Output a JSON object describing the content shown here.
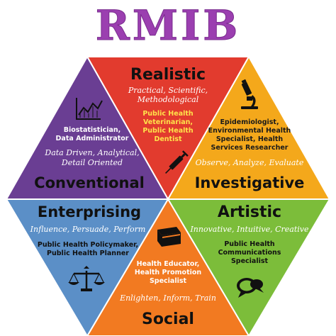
{
  "title": "RMIB",
  "colors": {
    "title": "#9b3fb0",
    "realistic": "#e23b2e",
    "investigative": "#f4a81b",
    "artistic": "#7cbd3a",
    "social": "#f27a21",
    "enterprising": "#5b8fc7",
    "conventional": "#6a3e93",
    "job_yellow": "#ffe24a",
    "job_white": "#ffffff"
  },
  "sections": {
    "realistic": {
      "heading": "Realistic",
      "traits": [
        "Practical, Scientific,",
        "Methodological"
      ],
      "jobs": [
        "Public Health",
        "Veterinarian,",
        "Public Health",
        "Dentist"
      ],
      "icon": "syringe-icon"
    },
    "investigative": {
      "heading": "Investigative",
      "traits": [
        "Observe, Analyze, Evaluate"
      ],
      "jobs": [
        "Epidemiologist,",
        "Environmental Health",
        "Specialist, Health",
        "Services Researcher"
      ],
      "icon": "microscope-icon"
    },
    "artistic": {
      "heading": "Artistic",
      "traits": [
        "Innovative, Intuitive, Creative"
      ],
      "jobs": [
        "Public Health",
        "Communications",
        "Specialist"
      ],
      "icon": "speech-bubble-icon"
    },
    "social": {
      "heading": "Social",
      "traits": [
        "Enlighten, Inform, Train"
      ],
      "jobs": [
        "Health Educator,",
        "Health Promotion",
        "Specialist"
      ],
      "icon": "book-icon"
    },
    "enterprising": {
      "heading": "Enterprising",
      "traits": [
        "Influence, Persuade, Perform"
      ],
      "jobs": [
        "Public Health Policymaker,",
        "Public Health Planner"
      ],
      "icon": "scales-icon"
    },
    "conventional": {
      "heading": "Conventional",
      "traits": [
        "Data Driven, Analytical,",
        "Detail Oriented"
      ],
      "jobs": [
        "Biostatistician,",
        "Data Administrator"
      ],
      "icon": "line-chart-icon"
    }
  }
}
